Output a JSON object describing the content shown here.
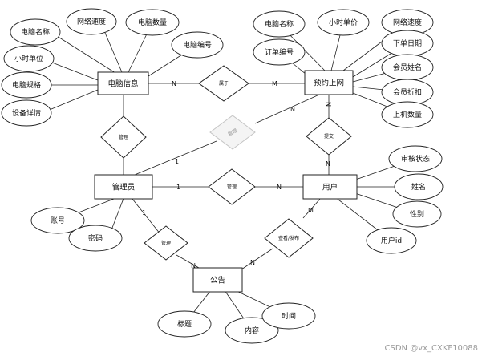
{
  "entities": {
    "computer_info": "电脑信息",
    "booking": "预约上网",
    "admin": "管理员",
    "user": "用户",
    "notice": "公告"
  },
  "attributes": {
    "computer_info": [
      "电脑名称",
      "网络速度",
      "电脑数量",
      "电脑编号",
      "小时单位",
      "电脑规格",
      "设备详情"
    ],
    "booking": [
      "电脑名称",
      "小时单价",
      "网络速度",
      "订单编号",
      "下单日期",
      "会员姓名",
      "会员折扣",
      "上机数量"
    ],
    "user": [
      "审核状态",
      "姓名",
      "性别",
      "用户id"
    ],
    "admin": [
      "账号",
      "密码"
    ],
    "notice": [
      "标题",
      "内容",
      "时间"
    ]
  },
  "relationships": {
    "belongs": "属于",
    "manage_computer": "管理",
    "manage_booking": "管理",
    "submit": "提交",
    "manage_user": "管理",
    "manage_notice": "管理",
    "view_publish": "查看/发布"
  },
  "cardinalities": {
    "ci_belongs": "N",
    "belongs_booking": "M",
    "booking_submit": "N",
    "submit_user": "N",
    "admin_manage_booking": "1",
    "booking_manage_admin": "N",
    "admin_manage_user": "1",
    "manage_user_user": "N",
    "admin_manage_notice": "1",
    "manage_notice_notice": "N",
    "user_view": "M",
    "view_notice": "N"
  },
  "watermark": "CSDN @vx_CXKF10088"
}
